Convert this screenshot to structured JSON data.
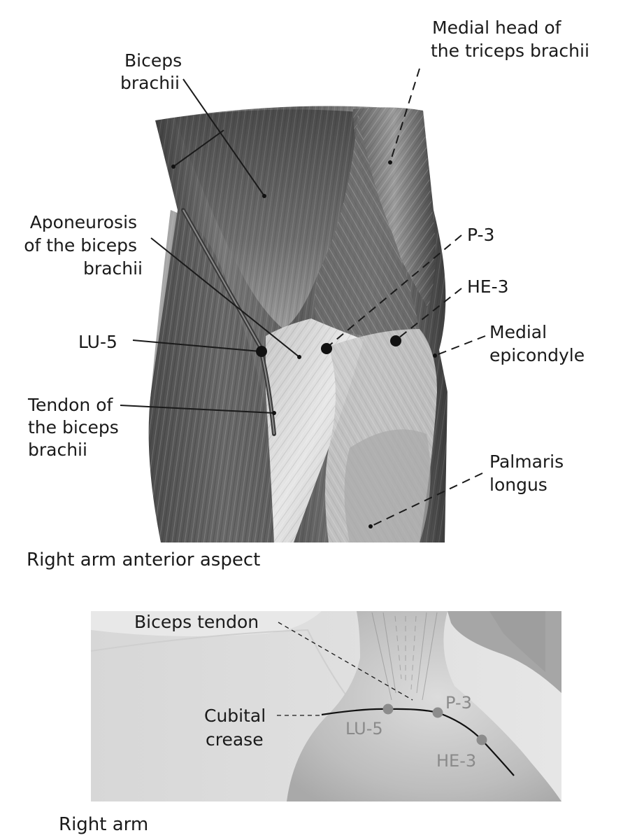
{
  "top_figure": {
    "caption": "Right arm anterior aspect",
    "labels": {
      "biceps_brachii": [
        "Biceps",
        "brachii"
      ],
      "medial_head_triceps": [
        "Medial head of",
        "the triceps brachii"
      ],
      "aponeurosis": [
        "Aponeurosis",
        "of the biceps",
        "brachii"
      ],
      "p3": "P-3",
      "he3": "HE-3",
      "lu5": "LU-5",
      "medial_epicondyle": [
        "Medial",
        "epicondyle"
      ],
      "tendon_biceps": [
        "Tendon of",
        "the biceps",
        "brachii"
      ],
      "palmaris_longus": [
        "Palmaris",
        "longus"
      ]
    }
  },
  "bottom_figure": {
    "caption": "Right arm",
    "labels": {
      "biceps_tendon": "Biceps tendon",
      "cubital_crease": [
        "Cubital",
        "crease"
      ],
      "lu5": "LU-5",
      "p3": "P-3",
      "he3": "HE-3"
    }
  },
  "colors": {
    "point": "#111111",
    "grey_point": "#8c8c8c",
    "grey_label": "#8a8a8a"
  }
}
